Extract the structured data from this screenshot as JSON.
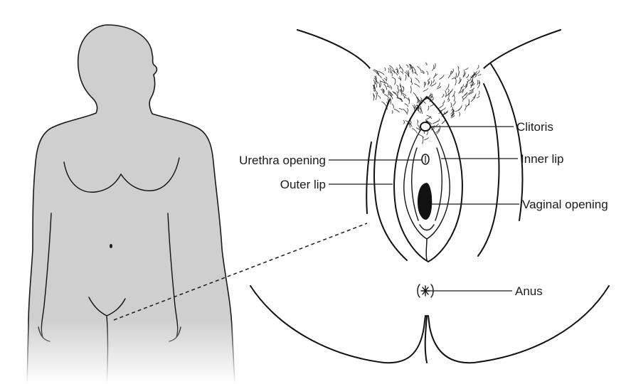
{
  "labels": {
    "clitoris": "Clitoris",
    "urethra_opening": "Urethra opening",
    "inner_lip": "Inner lip",
    "outer_lip": "Outer lip",
    "vaginal_opening": "Vaginal opening",
    "anus": "Anus"
  },
  "colors": {
    "body_fill": "#cfcfcf",
    "body_outline": "#1a1a1a",
    "ink": "#111111",
    "background": "#ffffff"
  }
}
